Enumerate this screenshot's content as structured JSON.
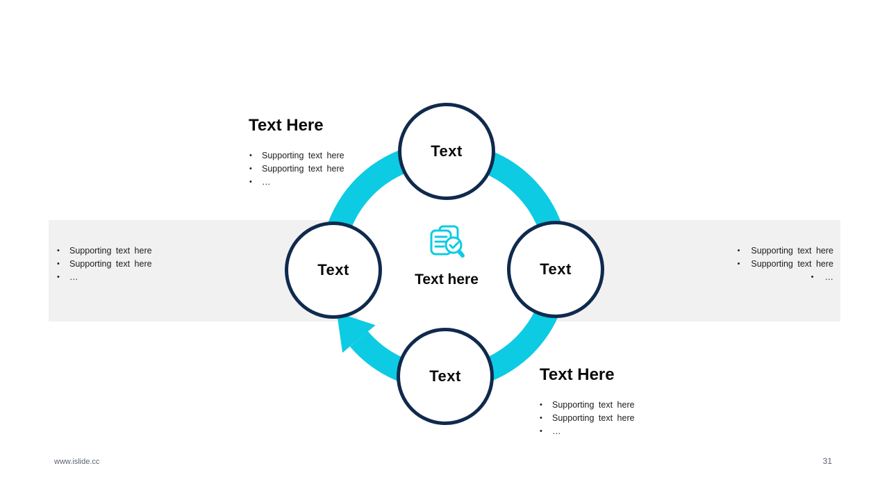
{
  "slide": {
    "footer_url": "www.islide.cc",
    "page_number": "31"
  },
  "colors": {
    "accent_cyan": "#0dcbe3",
    "navy": "#102a4d",
    "band_gray": "#f1f1f1",
    "footer_gray": "#5b6472"
  },
  "cycle": {
    "center_icon": "document-search-check-icon",
    "center_label": "Text here",
    "direction": "clockwise",
    "nodes": {
      "top": "Text",
      "right": "Text",
      "bottom": "Text",
      "left": "Text"
    }
  },
  "callouts": {
    "top_left": {
      "title": "Text Here",
      "bullets": [
        "Supporting text here",
        "Supporting text here",
        "…"
      ]
    },
    "bottom_right": {
      "title": "Text Here",
      "bullets": [
        "Supporting text here",
        "Supporting text here",
        "…"
      ]
    },
    "left_band": {
      "bullets": [
        "Supporting text here",
        "Supporting text here",
        "…"
      ]
    },
    "right_band": {
      "bullets": [
        "Supporting text here",
        "Supporting text here",
        "…"
      ]
    }
  }
}
